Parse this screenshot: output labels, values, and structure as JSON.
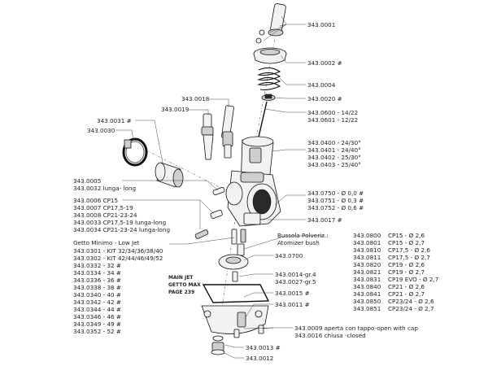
{
  "labels": {
    "l3430001": "343.0001",
    "l3430002": "343.0002 #",
    "l3430004": "343.0004",
    "l3430020": "343.0020 #",
    "l3430600": "343.0600 - 14/22",
    "l3430601": "343.0601 - 12/22",
    "l3430018": "343.0018",
    "l3430019": "343.0019",
    "l3430031": "343.0031 #",
    "l3430030": "343.0030",
    "l3430400": "343.0400 - 24/30°",
    "l3430401": "343.0401 - 24/40°",
    "l3430402": "343.0402 - 25/30°",
    "l3430403": "343.0403 - 25/40°",
    "l3430005": "343.0005",
    "l3430032": "343.0032 lunga- long",
    "l3430006": "343.0006  CP15",
    "l3430007": "343.0007  CP17,5-19",
    "l3430008": "343.0008  CP21-23-24",
    "l3430033": "343.0033  CP17,5-19 lunga-long",
    "l3430034": "343.0034  CP21-23-24 lunga-long",
    "l3430750": "343.0750 - Ø 0,0 #",
    "l3430751": "343.0751 - Ø 0,3 #",
    "l3430752": "343.0752 - Ø 0,6 #",
    "l3430017": "343.0017 #",
    "lowjet_title": "Getto Minimo - Low Jet",
    "l3430301": "343.0301 - KIT 32/34/36/38/40",
    "l3430302": "343.0302 - KIT 42/44/46/49/52",
    "l3430332": "343.0332 - 32 #",
    "l3430334": "343.0334 - 34 #",
    "l3430336": "343.0336 - 36 #",
    "l3430338": "343.0338 - 38 #",
    "l3430340": "343.0340 - 40 #",
    "l3430342": "343.0342 - 42 #",
    "l3430344": "343.0344 - 44 #",
    "l3430346": "343.0346 - 46 #",
    "l3430349": "343.0349 - 49 #",
    "l3430352": "343.0352 - 52 #",
    "bussola_title": "Bussola Polveriz.:",
    "atomizer_title": "Atomizer bush",
    "b3430800": "343.0800",
    "b3430801": "343.0801",
    "b3430810": "343.0810",
    "b3430811": "343.0811",
    "b3430820": "343.0820",
    "b3430821": "343.0821",
    "b3430831": "343.0831",
    "b3430840": "343.0840",
    "b3430841": "343.0841",
    "b3430850": "343.0850",
    "b3430851": "343.0851",
    "v3430800": "CP15 - Ø 2,6",
    "v3430801": "CP15 - Ø 2,7",
    "v3430810": "CP17,5 - Ø 2,6",
    "v3430811": "CP17,5 - Ø 2,7",
    "v3430820": "CP19 - Ø 2,6",
    "v3430821": "CP19 - Ø 2,7",
    "v3430831": "CP19 EVO - Ø 2,7",
    "v3430840": "CP21 - Ø 2,6",
    "v3430841": "CP21 - Ø 2,7",
    "v3430850": "CP23/24 - Ø 2,6",
    "v3430851": "CP23/24 - Ø 2,7",
    "l3430700": "343.0700",
    "l3430014": "343.0014-gr.4",
    "l3430027": "343.0027-gr.5",
    "l3430015": "343.0015 #",
    "l3430011": "343.0011 #",
    "mainjet_1": "MAIN JET",
    "mainjet_2": "GETTO MAX",
    "mainjet_3": "PAGE 239",
    "l3430009": "343.0009  aperta con tappo-open with cap",
    "l3430016": "343.0016  chiusa -closed",
    "l3430013": "343.0013 #",
    "l3430012": "343.0012"
  }
}
